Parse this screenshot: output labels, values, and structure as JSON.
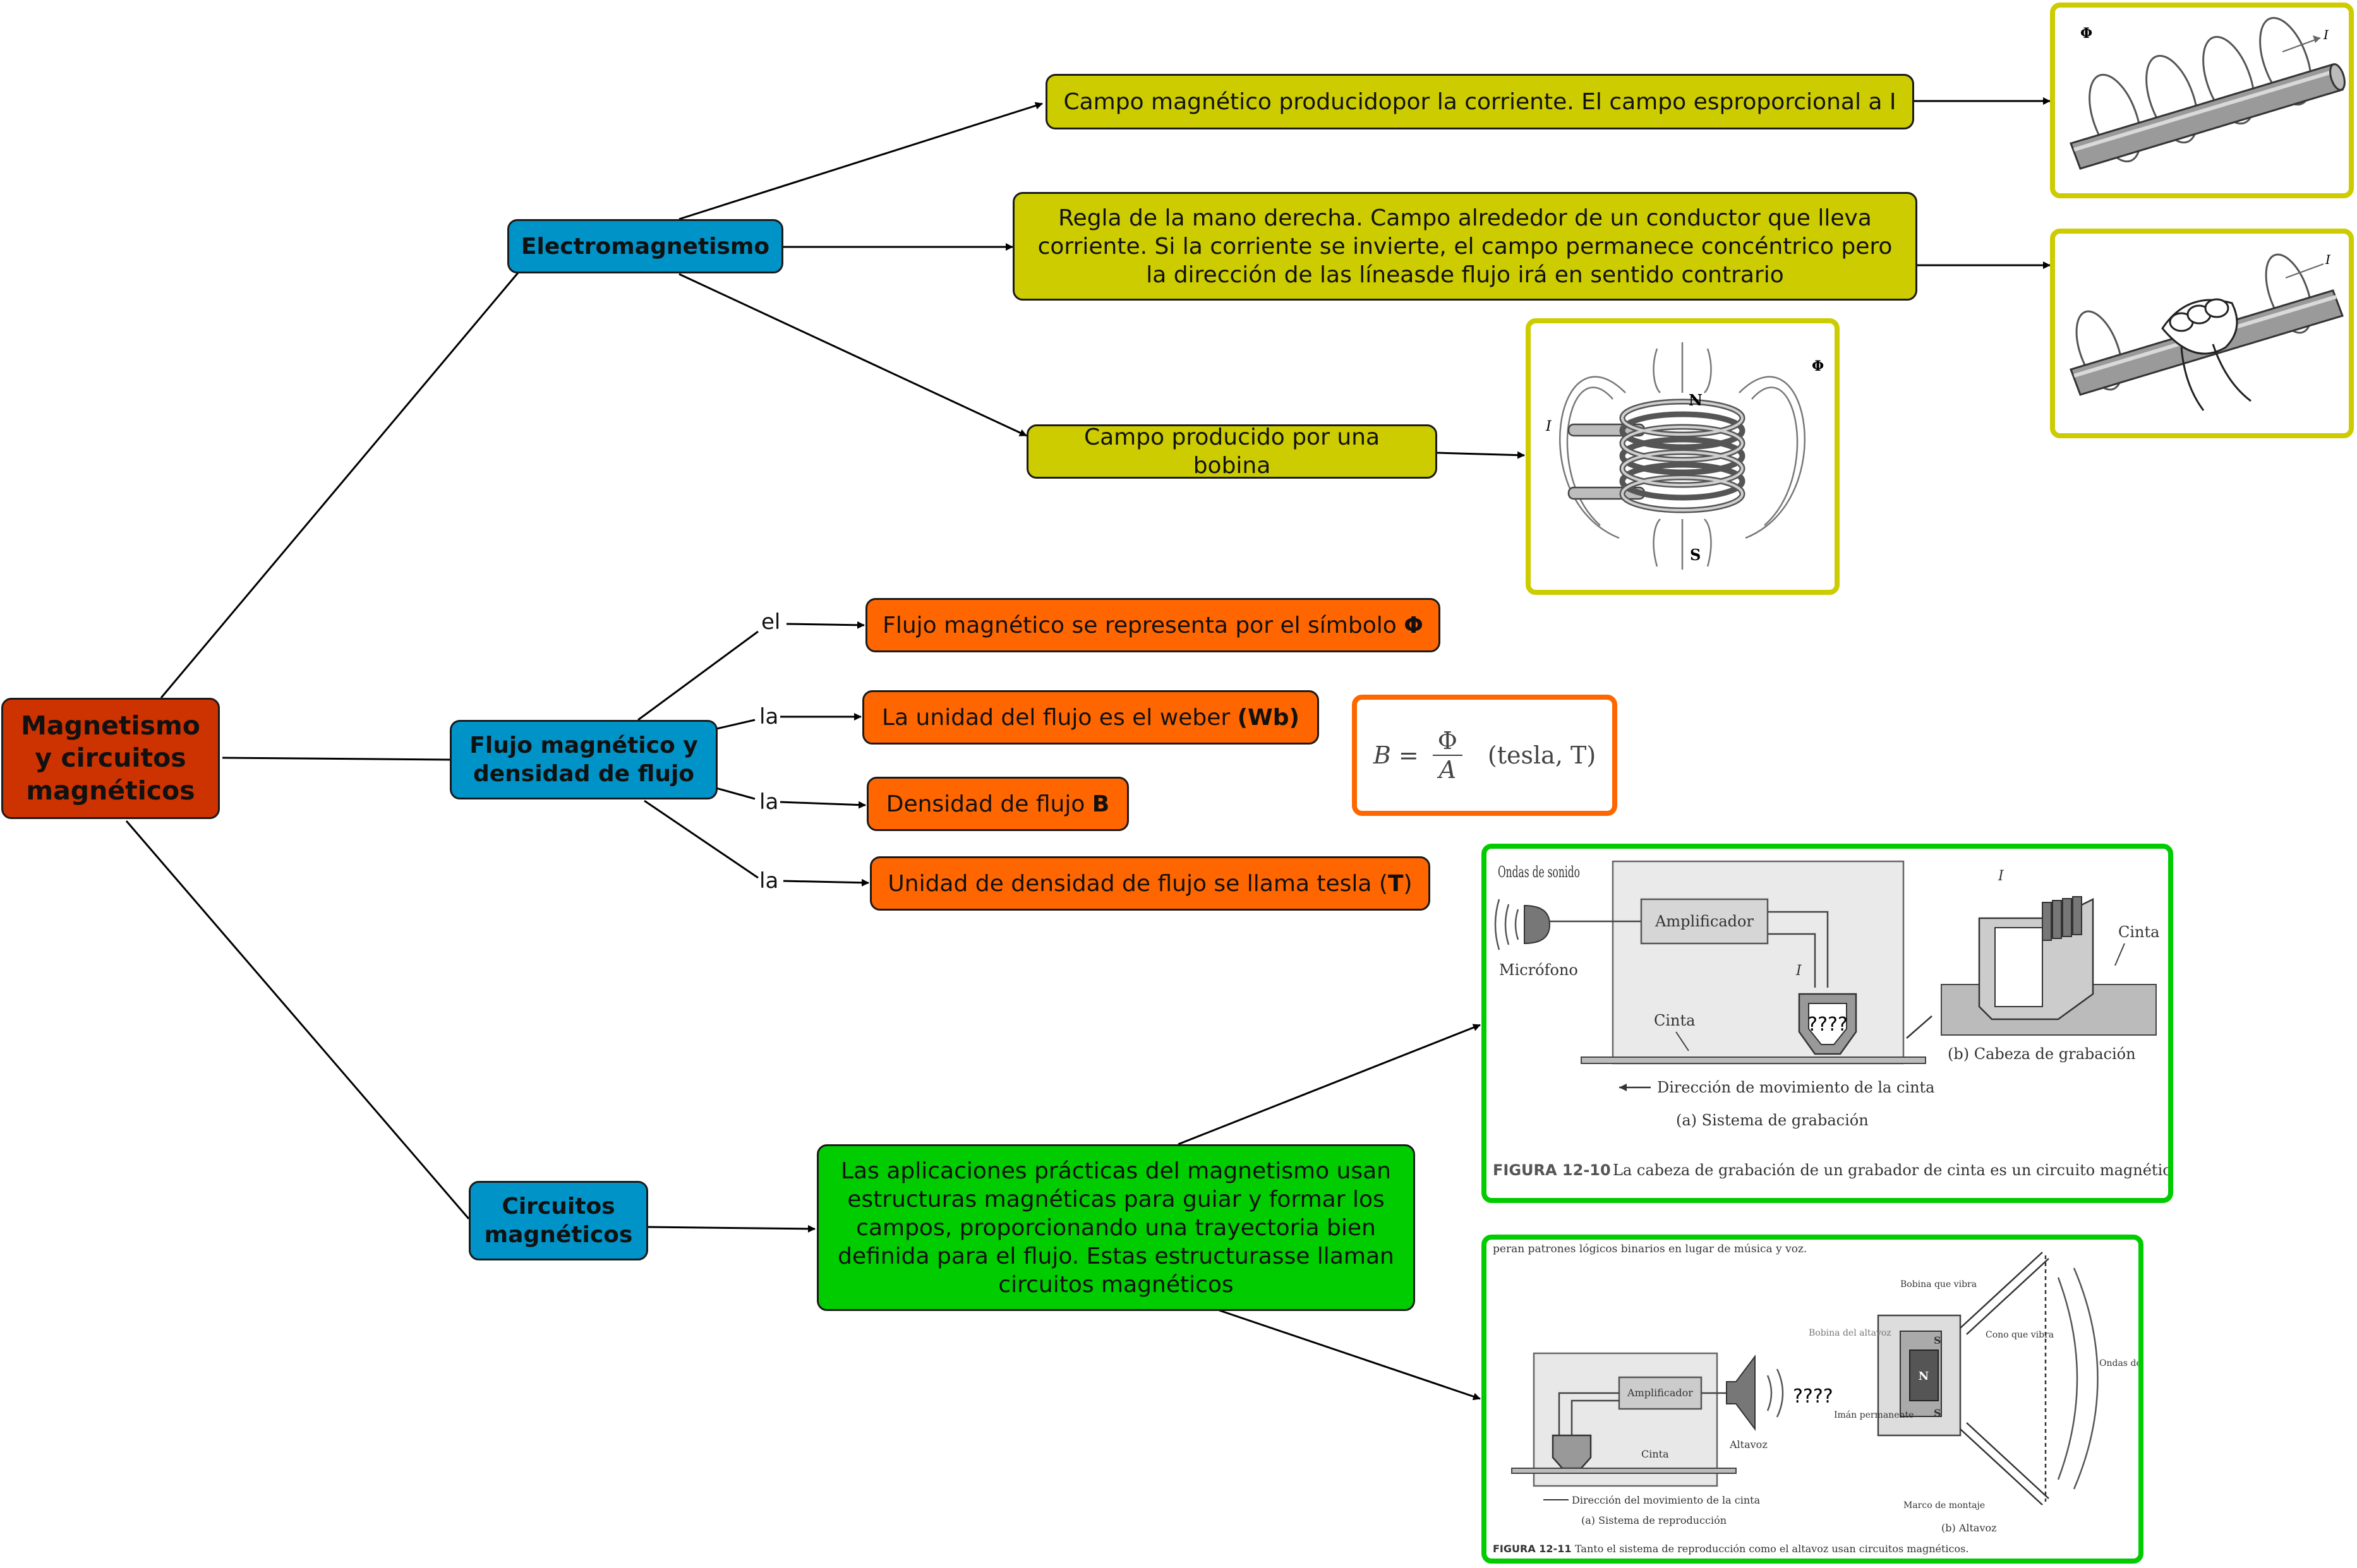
{
  "root": "Magnetismo y circuitos magnéticos",
  "branches": {
    "electro": "Electromagnetismo",
    "flujo": "Flujo magnético y densidad de flujo",
    "circuitos": "Circuitos magnéticos"
  },
  "electro_nodes": {
    "n1": "Campo magnético producidopor la corriente. El campo esproporcional a I",
    "n2": "Regla de la mano derecha. Campo alrededor de un conductor que lleva corriente. Si la corriente se invierte, el campo permanece concéntrico pero la dirección de las líneasde flujo irá en sentido contrario",
    "n3": "Campo producido por una bobina"
  },
  "flujo_nodes": {
    "n1_label": "el",
    "n1_text": "Flujo magnético se representa por el símbolo ",
    "n1_bold": "Φ",
    "n2_label": "la",
    "n2_text": "La unidad del flujo es el weber ",
    "n2_bold": "(Wb)",
    "n3_label": "la",
    "n3_text": "Densidad de flujo ",
    "n3_bold": "B",
    "n4_label": "la",
    "n4_text": "Unidad de densidad de flujo se llama tesla (",
    "n4_bold": "T",
    "n4_close": ")"
  },
  "circuitos_node": "Las aplicaciones prácticas del magnetismo usan estructuras magnéticas para guiar y formar los campos, proporcionando una trayectoria bien definida para el flujo. Estas estructurasse llaman circuitos magnéticos",
  "formula": {
    "lhs": "B = ",
    "num": "Φ",
    "den": "A",
    "unit": "(tesla, T)"
  },
  "img_wire": {
    "phi": "Φ",
    "current": "I"
  },
  "img_coil": {
    "north": "N",
    "south": "S",
    "phi": "Φ",
    "current": "I"
  },
  "fig10": {
    "sound": "Ondas de sonido",
    "mic": "Micrófono",
    "amp": "Amplificador",
    "current": "I",
    "tape": "Cinta",
    "unknown": "????",
    "direction": "Dirección de movimiento de la cinta",
    "sub_a": "(a) Sistema de grabación",
    "sub_b": "(b) Cabeza de grabación",
    "tape_b": "Cinta",
    "fig_num": "FIGURA 12-10",
    "caption": "La cabeza de grabación de un grabador de cinta es un circuito magnético."
  },
  "fig11": {
    "top": "peran patrones lógicos binarios en lugar de música y voz.",
    "amp": "Amplificador",
    "tape": "Cinta",
    "speaker": "Altavoz",
    "unknown": "????",
    "direction": "Dirección del movimiento de la cinta",
    "sub_a": "(a) Sistema de reproducción",
    "coil_v": "Bobina que vibra",
    "coil_s": "Bobina del altavoz",
    "magnet": "Imán permanente",
    "cone": "Cono que vibra",
    "waves": "Ondas de sonido",
    "frame": "Marco de montaje",
    "sub_b": "(b) Altavoz",
    "n": "N",
    "s": "S",
    "fig_num": "FIGURA 12-11",
    "caption": "Tanto el sistema de reproducción como el altavoz usan circuitos magnéticos."
  }
}
